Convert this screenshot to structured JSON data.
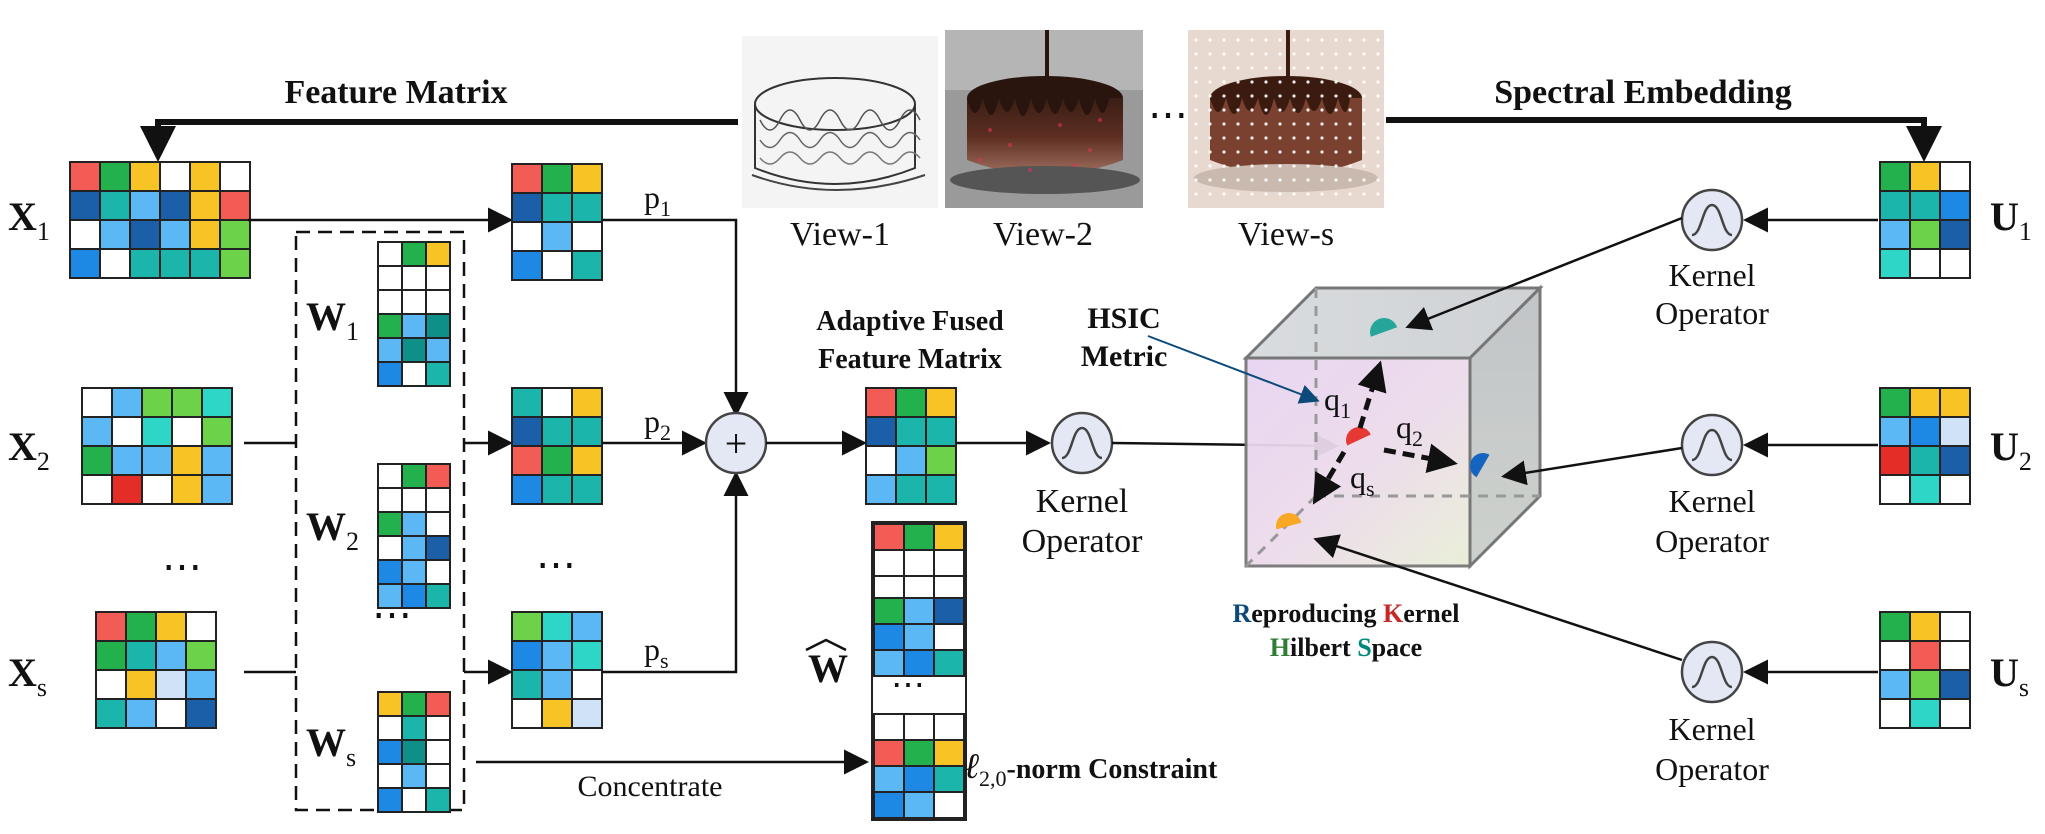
{
  "top": {
    "feature_matrix": "Feature Matrix",
    "spectral_embedding": "Spectral Embedding",
    "view1": "View-1",
    "view2": "View-2",
    "views": "View-s",
    "view_dots": "⋯"
  },
  "left": {
    "x1": "X",
    "x1_sub": "1",
    "x2": "X",
    "x2_sub": "2",
    "xs": "X",
    "xs_sub": "s",
    "dots": "⋯"
  },
  "weights": {
    "w1": "W",
    "w1_sub": "1",
    "w2": "W",
    "w2_sub": "2",
    "ws": "W",
    "ws_sub": "s",
    "dots": "⋯"
  },
  "middle": {
    "p1": "p",
    "p1_sub": "1",
    "p2": "p",
    "p2_sub": "2",
    "ps": "p",
    "ps_sub": "s",
    "dots": "⋯",
    "plus": "+",
    "fused_line1": "Adaptive Fused",
    "fused_line2": "Feature Matrix",
    "kernel_line1": "Kernel",
    "kernel_line2": "Operator",
    "w_hat": "W",
    "w_hat_accent": "^",
    "stack_dots": "⋯",
    "concentrate": "Concentrate",
    "norm_l": "ℓ",
    "norm_sub": "2,0",
    "norm_text": "-norm Constraint"
  },
  "rkhs": {
    "hsic1": "HSIC",
    "hsic2": "Metric",
    "q1": "q",
    "q1_sub": "1",
    "q2": "q",
    "q2_sub": "2",
    "qs": "q",
    "qs_sub": "s",
    "r": "R",
    "eproducing": "eproducing ",
    "k": "K",
    "ernel": "ernel",
    "h": "H",
    "ilbert": "ilbert ",
    "s": "S",
    "pace": "pace"
  },
  "right": {
    "u1": "U",
    "u1_sub": "1",
    "u2": "U",
    "u2_sub": "2",
    "us": "U",
    "us_sub": "s",
    "kernel_line1": "Kernel",
    "kernel_line2": "Operator"
  },
  "colors": {
    "feature_title": "#1a237e",
    "spectral_title": "#b71c1c",
    "hsic": "#0d4a7a",
    "concentrate": "#1a237e",
    "r_letter": "#0d4a7a",
    "k_letter": "#c62828",
    "h_letter": "#2e7d32",
    "s_letter": "#00897b"
  }
}
